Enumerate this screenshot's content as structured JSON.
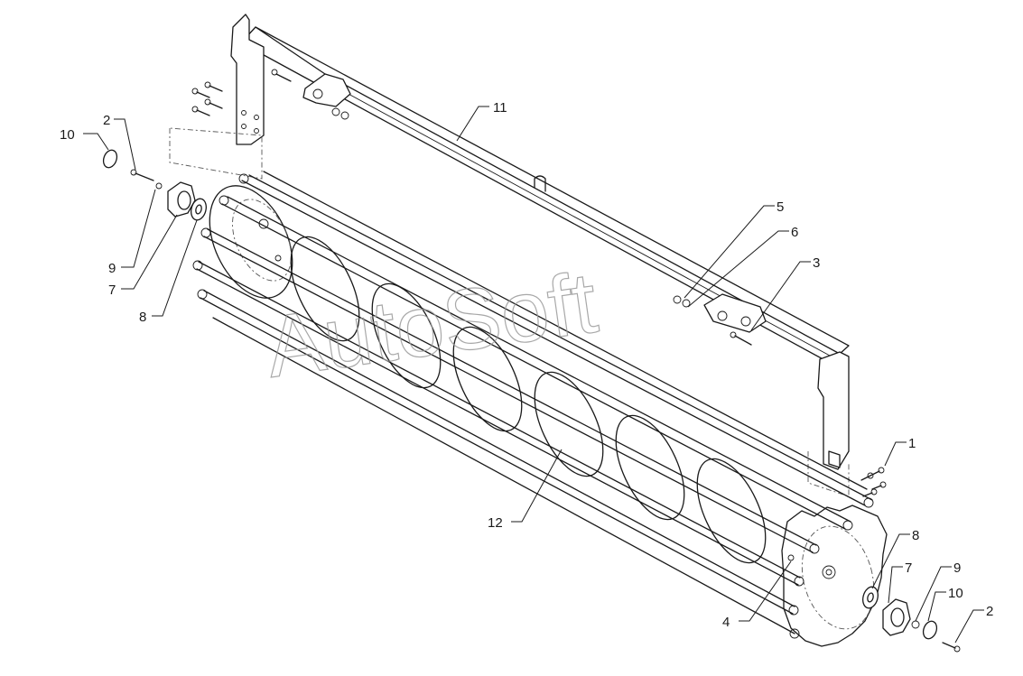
{
  "watermark": "AutoSoft",
  "callouts": [
    {
      "id": "c-10-left",
      "label": "10"
    },
    {
      "id": "c-2-left",
      "label": "2"
    },
    {
      "id": "c-9-left",
      "label": "9"
    },
    {
      "id": "c-7-left",
      "label": "7"
    },
    {
      "id": "c-8-left",
      "label": "8"
    },
    {
      "id": "c-11",
      "label": "11"
    },
    {
      "id": "c-5",
      "label": "5"
    },
    {
      "id": "c-6",
      "label": "6"
    },
    {
      "id": "c-3",
      "label": "3"
    },
    {
      "id": "c-1",
      "label": "1"
    },
    {
      "id": "c-12",
      "label": "12"
    },
    {
      "id": "c-8-right",
      "label": "8"
    },
    {
      "id": "c-7-right",
      "label": "7"
    },
    {
      "id": "c-9-right",
      "label": "9"
    },
    {
      "id": "c-10-right",
      "label": "10"
    },
    {
      "id": "c-2-right",
      "label": "2"
    },
    {
      "id": "c-4",
      "label": "4"
    }
  ]
}
